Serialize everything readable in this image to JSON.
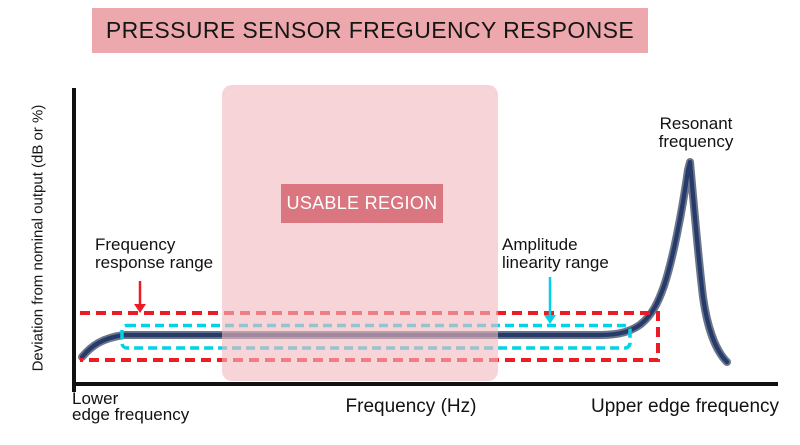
{
  "title": "PRESSURE SENSOR FREGUENCY RESPONSE",
  "plot": {
    "y_axis_label": "Deviation from nominal output (dB or %)",
    "x_axis_label": "Frequency (Hz)",
    "x_lower_label": {
      "line1": "Lower",
      "line2": "edge frequency"
    },
    "x_upper_label": "Upper edge frequency",
    "usable_region_label": "USABLE REGION"
  },
  "annotations": {
    "frequency_response_range": {
      "line1": "Frequency",
      "line2": "response range"
    },
    "amplitude_linearity_range": {
      "line1": "Amplitude",
      "line2": "linearity range"
    },
    "resonant_frequency": {
      "line1": "Resonant",
      "line2": "frequency"
    }
  },
  "colors": {
    "banner_bg": "#eda8ae",
    "usable_box_bg": "#d9767f",
    "region_pink": "#f0b9c0",
    "red_dash": "#ed1c24",
    "cyan_dash": "#00d2e8",
    "curve": "#263a6b",
    "curve_halo": "#6b7689",
    "axis": "#111111"
  },
  "chart_data": {
    "type": "line",
    "title": "PRESSURE SENSOR FREGUENCY RESPONSE",
    "xlabel": "Frequency (Hz)",
    "ylabel": "Deviation from nominal output (dB or %)",
    "x_axis_ticks": [
      "Lower edge frequency",
      "Upper edge frequency"
    ],
    "grid": "off",
    "numeric_ticks": "none (qualitative schematic)",
    "series": [
      {
        "name": "sensor frequency response curve",
        "shape": "rolls off below the lower edge frequency, flat nominal output across the usable band, sharp resonant peak just past the upper edge frequency, then steep roll-off"
      }
    ],
    "regions": [
      {
        "name": "USABLE REGION",
        "style": "translucent pink rounded rectangle over middle of frequency band"
      },
      {
        "name": "Frequency response range",
        "style": "red dashed outline spanning lower to upper edge frequency"
      },
      {
        "name": "Amplitude linearity range",
        "style": "cyan dashed rounded outline hugging the flat portion of the curve"
      }
    ],
    "annotations": [
      "Resonant frequency labels the tall narrow peak near the right end"
    ]
  }
}
